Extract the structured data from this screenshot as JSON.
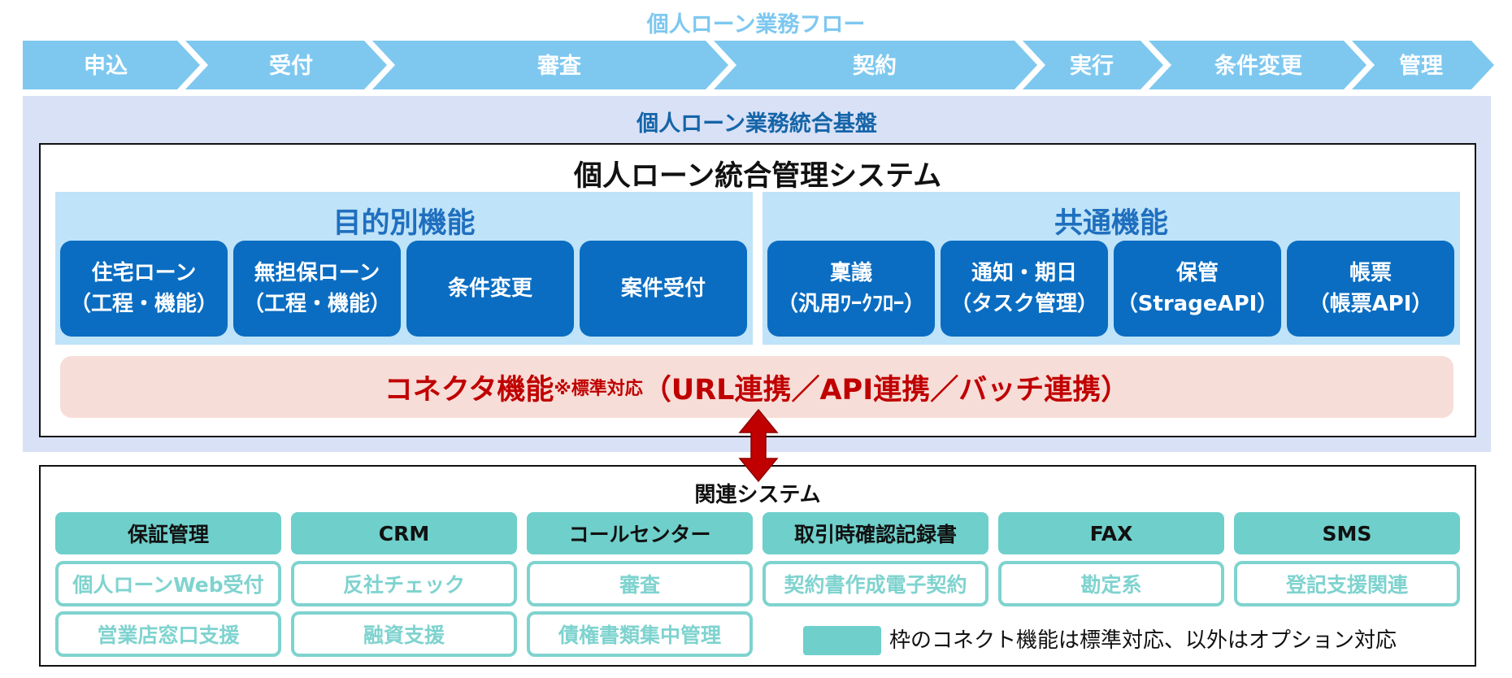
{
  "flow": {
    "title": "個人ローン業務フロー",
    "stages": [
      "申込",
      "受付",
      "審査",
      "契約",
      "実行",
      "条件変更",
      "管理"
    ]
  },
  "platform": {
    "title": "個人ローン業務統合基盤",
    "system_title": "個人ローン統合管理システム",
    "purpose": {
      "title": "目的別機能",
      "items": [
        {
          "line1": "住宅ローン",
          "line2": "（工程・機能）"
        },
        {
          "line1": "無担保ローン",
          "line2": "（工程・機能）"
        },
        {
          "line1": "条件変更",
          "line2": ""
        },
        {
          "line1": "案件受付",
          "line2": ""
        }
      ]
    },
    "common": {
      "title": "共通機能",
      "items": [
        {
          "line1": "稟議",
          "line2": "（汎用ﾜｰｸﾌﾛｰ）"
        },
        {
          "line1": "通知・期日",
          "line2": "（タスク管理）"
        },
        {
          "line1": "保管",
          "line2": "（StrageAPI）"
        },
        {
          "line1": "帳票",
          "line2": "（帳票API）"
        }
      ]
    },
    "connector": {
      "main": "コネクタ機能",
      "note": "※標準対応",
      "tail": "（URL連携／API連携／バッチ連携）"
    }
  },
  "related": {
    "title": "関連システム",
    "standard": [
      "保証管理",
      "CRM",
      "コールセンター",
      "取引時確認記録書",
      "FAX",
      "SMS"
    ],
    "optional_row1": [
      "個人ローンWeb受付",
      "反社チェック",
      "審査",
      "契約書作成電子契約",
      "勘定系",
      "登記支援関連"
    ],
    "optional_row2": [
      "営業店窓口支援",
      "融資支援",
      "債権書類集中管理"
    ],
    "legend": "枠のコネクト機能は標準対応、以外はオプション対応"
  },
  "colors": {
    "flow_arrow": "#7ec8f0",
    "function_box": "#0a6dc2",
    "connector_text": "#c00000",
    "standard_fill": "#6fcfcb",
    "optional_border": "#7fd3cf"
  }
}
